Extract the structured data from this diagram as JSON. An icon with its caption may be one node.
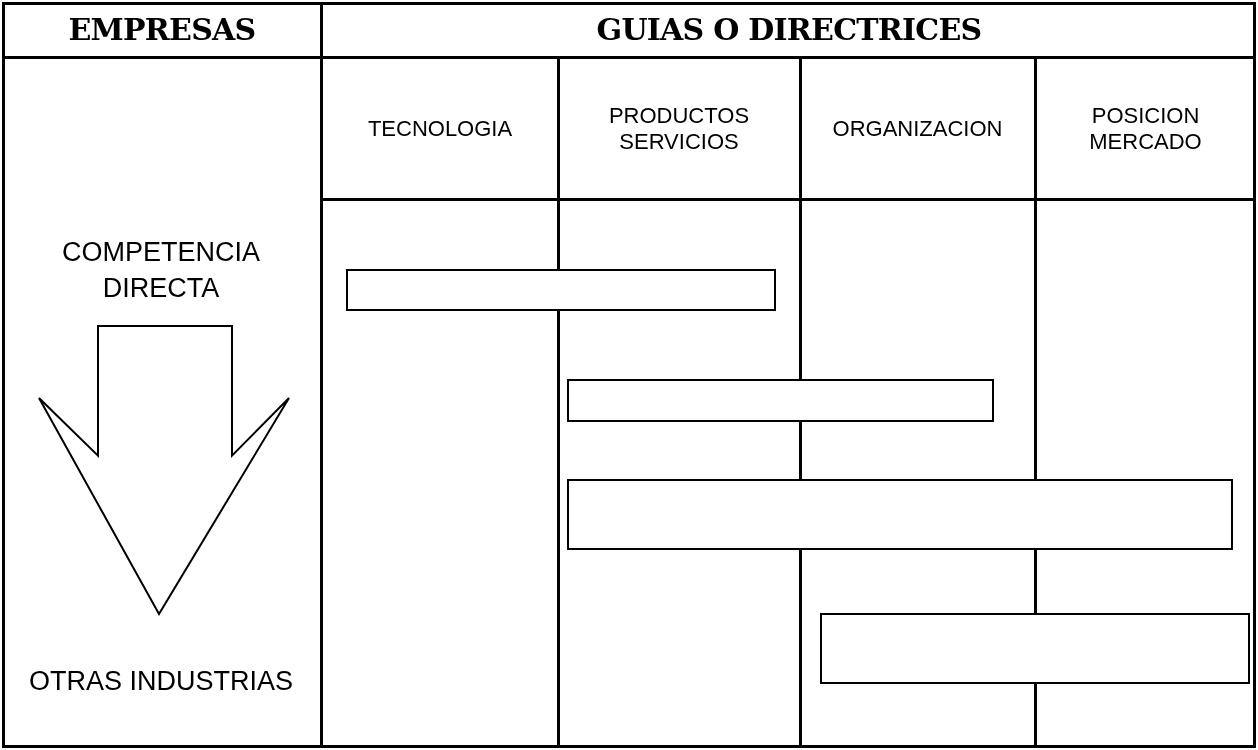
{
  "diagram": {
    "nodes": [
      {
        "text": [
          "COMPETENCIA DIRECTA"
        ]
      },
      {
        "text": [
          "OTRAS INDUSTRIAS"
        ]
      },
      {
        "text": [],
        "shape": "bar"
      },
      {
        "text": [],
        "shape": "bar"
      },
      {
        "text": [],
        "shape": "bar"
      },
      {
        "text": [],
        "shape": "bar"
      }
    ],
    "edges": [
      {
        "from": 0,
        "to": 1,
        "arrow": "to",
        "style": "thick"
      }
    ],
    "labels": [
      "EMPRESAS",
      "GUIAS O DIRECTRICES",
      "TECNOLOGIA",
      "PRODUCTOS SERVICIOS",
      "ORGANIZACION",
      "POSICION MERCADO"
    ]
  }
}
